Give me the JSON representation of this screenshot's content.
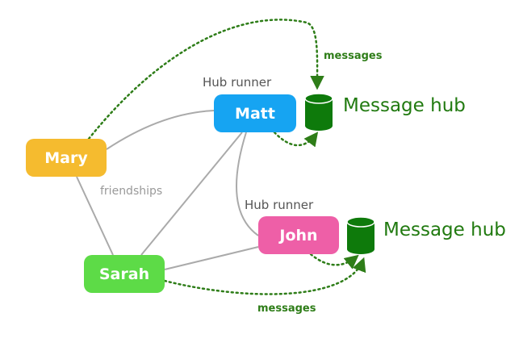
{
  "nodes": {
    "mary": {
      "label": "Mary",
      "color": "#f5bb2f"
    },
    "matt": {
      "label": "Matt",
      "color": "#16a4f2"
    },
    "john": {
      "label": "John",
      "color": "#ee5fa7"
    },
    "sarah": {
      "label": "Sarah",
      "color": "#5ddb47"
    }
  },
  "labels": {
    "hub_runner_matt": "Hub runner",
    "hub_runner_john": "Hub runner",
    "friendships": "friendships",
    "messages_top": "messages",
    "messages_bottom": "messages"
  },
  "hubs": {
    "top": {
      "title": "Message hub"
    },
    "bottom": {
      "title": "Message hub"
    }
  },
  "colors": {
    "friendship_line": "#aaaaaa",
    "message_line": "#2e7d18",
    "database": "#0e7a0b"
  }
}
